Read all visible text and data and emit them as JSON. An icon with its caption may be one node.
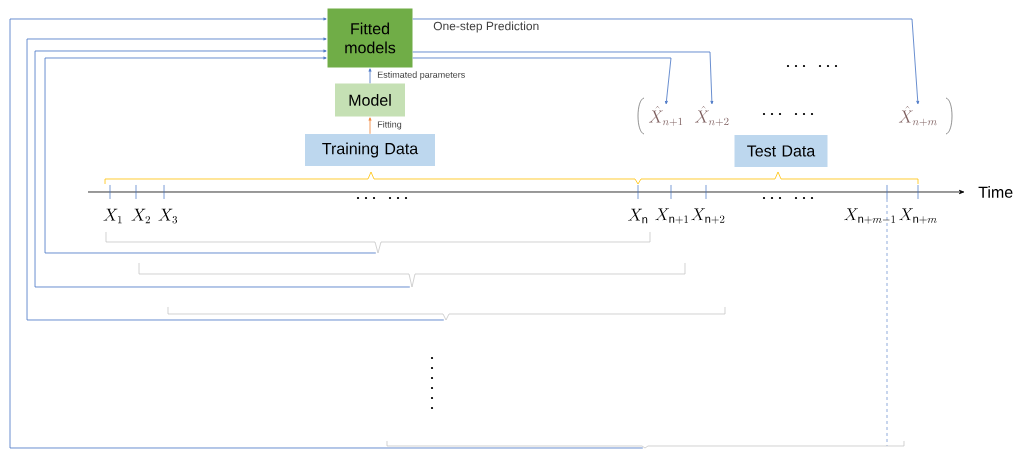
{
  "diagram": {
    "nodes": [
      {
        "text": [
          "Fitted models"
        ]
      },
      {
        "text": [
          "Model"
        ]
      },
      {
        "text": [
          "Training Data"
        ]
      },
      {
        "text": [
          "Test Data"
        ]
      },
      {
        "text": [
          "\\hat{X}_{n+1}"
        ]
      },
      {
        "text": [
          "\\hat{X}_{n+2}"
        ]
      },
      {
        "text": [
          "\\hat{X}_{n+m}"
        ]
      },
      {
        "text": [],
        "shape": "bracket"
      },
      {
        "text": [],
        "shape": "bracket"
      },
      {
        "text": [],
        "shape": "bracket"
      },
      {
        "text": [],
        "shape": "bracket"
      }
    ],
    "edges": [
      {
        "from": 2,
        "to": 1,
        "arrow": "to",
        "label": "Fitting",
        "color": "#ed7d31"
      },
      {
        "from": 1,
        "to": 0,
        "arrow": "to",
        "label": "Estimated parameters"
      },
      {
        "from": 7,
        "to": 0,
        "arrow": "to"
      },
      {
        "from": 8,
        "to": 0,
        "arrow": "to"
      },
      {
        "from": 9,
        "to": 0,
        "arrow": "to"
      },
      {
        "from": 10,
        "to": 0,
        "arrow": "to"
      },
      {
        "from": 0,
        "to": 4,
        "arrow": "to"
      },
      {
        "from": 0,
        "to": 5,
        "arrow": "to"
      },
      {
        "from": 0,
        "to": 6,
        "arrow": "to",
        "label": "One-step Prediction"
      }
    ],
    "labels": [
      "Time",
      "X_1",
      "X_2",
      "X_3",
      "X_{\\mathrm{n}}",
      "X_{\\mathrm{n}+1}",
      "X_{\\mathrm{n}+2}",
      "X_{\\mathrm{n}+m-1}",
      "X_{\\mathrm{n}+m}"
    ]
  }
}
